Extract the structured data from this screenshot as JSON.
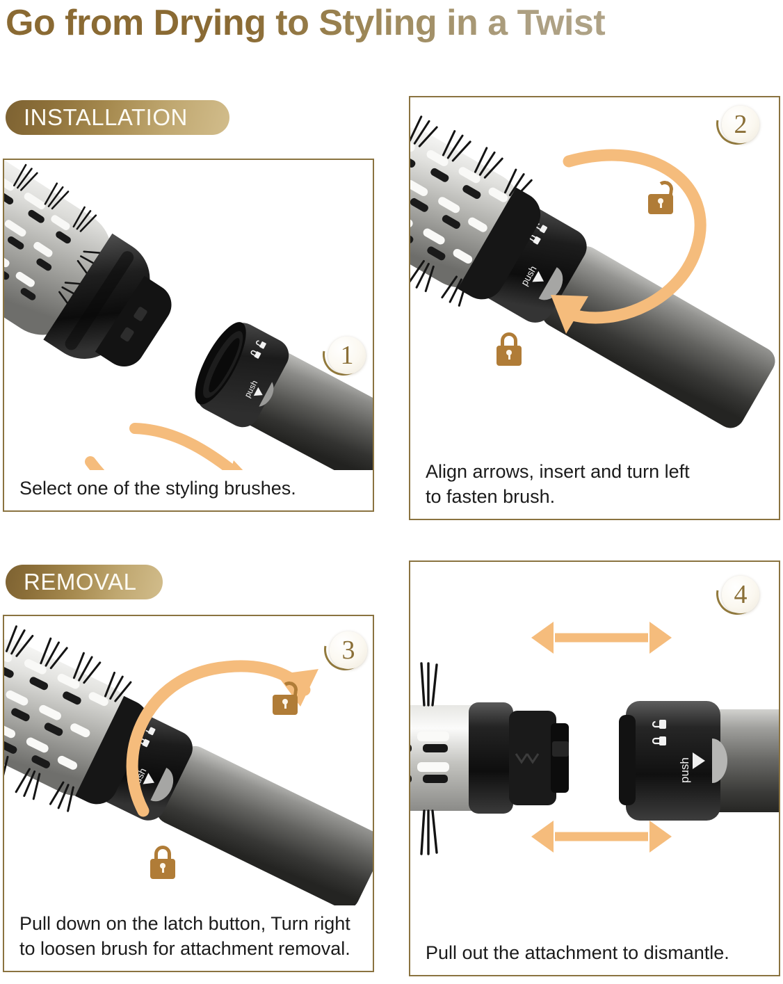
{
  "title": "Go from Drying to Styling in a Twist",
  "colors": {
    "title_gradient_start": "#8a6a33",
    "title_gradient_end": "#b3a88c",
    "pill_gradient_start": "#7d6232",
    "pill_gradient_end": "#d2bd8c",
    "panel_border": "#8a7340",
    "arrow_orange": "#f5bc7c",
    "lock_gold": "#b07c37",
    "step_number": "#8a6f37",
    "caption_text": "#1b1b1b"
  },
  "sections": {
    "installation_label": "INSTALLATION",
    "removal_label": "REMOVAL"
  },
  "panels": [
    {
      "id": "panel-1",
      "step": "1",
      "caption_lines": [
        "Select one of the styling brushes."
      ],
      "arrows": [
        "insert-arrow-upper",
        "insert-arrow-lower"
      ],
      "locks": [],
      "device_label": "push"
    },
    {
      "id": "panel-2",
      "step": "2",
      "caption_lines": [
        "Align arrows, insert and turn left",
        "to fasten brush."
      ],
      "arrows": [
        "rotate-left-arrow"
      ],
      "locks": [
        "unlocked-padlock",
        "locked-padlock"
      ],
      "device_label": "push"
    },
    {
      "id": "panel-3",
      "step": "3",
      "caption_lines": [
        "Pull down on the latch button, Turn right",
        "to loosen brush for attachment removal."
      ],
      "arrows": [
        "rotate-right-arrow"
      ],
      "locks": [
        "unlocked-padlock",
        "locked-padlock"
      ],
      "device_label": "push"
    },
    {
      "id": "panel-4",
      "step": "4",
      "caption_lines": [
        "Pull out the attachment to dismantle."
      ],
      "arrows": [
        "separate-arrow-top",
        "separate-arrow-bottom"
      ],
      "locks": [],
      "device_label": "push"
    }
  ]
}
